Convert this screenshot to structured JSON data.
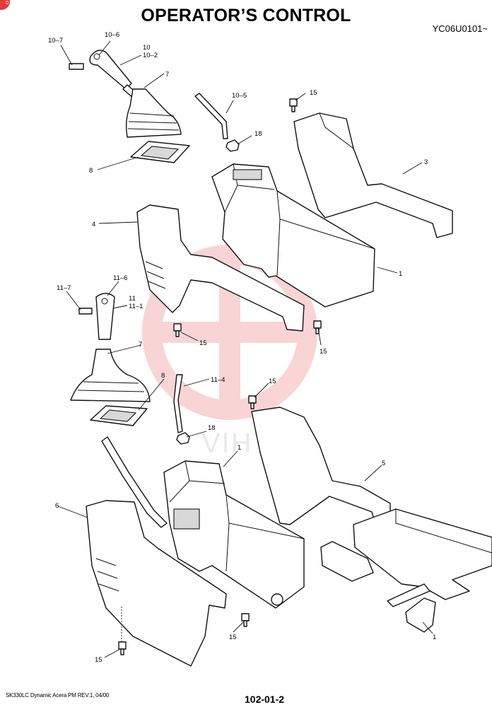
{
  "header": {
    "title": "OPERATOR’S CONTROL",
    "code": "YC06U0101~"
  },
  "footer": {
    "left": "SK330LC Dynamic Acera PM REV.1, 04/00",
    "right": "102-01-2"
  },
  "corner_badge": "0",
  "watermark": "VIHTEX",
  "callouts": {
    "c10_7": "10–7",
    "c10_6": "10–6",
    "c10": "10",
    "c10_2": "10–2",
    "c7_top": "7",
    "c10_5": "10–5",
    "c15_a": "15",
    "c18_a": "18",
    "c3": "3",
    "c8_top": "8",
    "c4": "4",
    "c1_a": "1",
    "c11_7": "11–7",
    "c11_6": "11–6",
    "c11": "11",
    "c11_1": "11–1",
    "c15_b": "15",
    "c15_c": "15",
    "c7_bottom": "7",
    "c8_bottom": "8",
    "c11_4": "11–4",
    "c15_d": "15",
    "c18_b": "18",
    "c1_b": "1",
    "c5": "5",
    "c6": "6",
    "c15_e": "15",
    "c15_f": "15",
    "c1_c": "1"
  }
}
